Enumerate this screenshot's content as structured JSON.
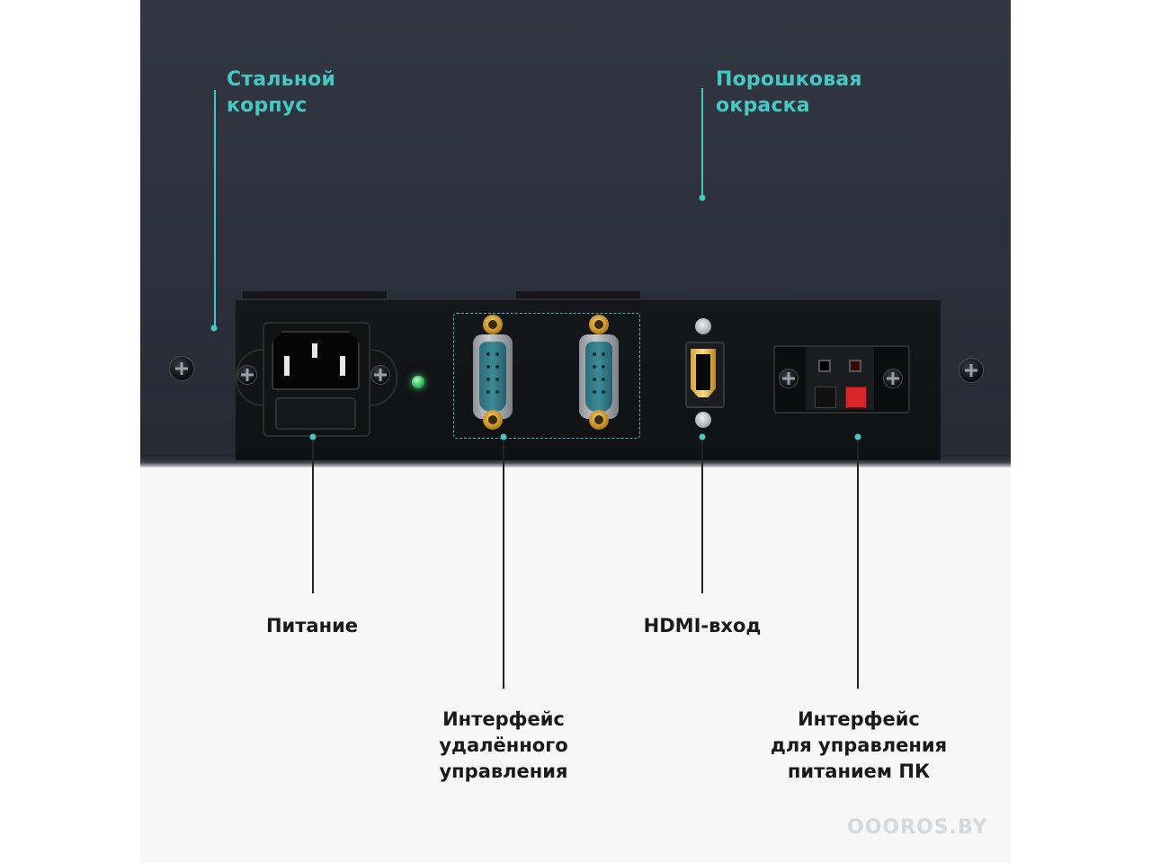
{
  "labels": {
    "steel_case_line1": "Стальной",
    "steel_case_line2": "корпус",
    "powder_coat_line1": "Порошковая",
    "powder_coat_line2": "окраска",
    "power": "Питание",
    "hdmi_input": "HDMI-вход",
    "remote_iface_line1": "Интерфейс",
    "remote_iface_line2": "удалённого",
    "remote_iface_line3": "управления",
    "pc_power_iface_line1": "Интерфейс",
    "pc_power_iface_line2": "для управления",
    "pc_power_iface_line3": "питанием ПК"
  },
  "watermark": "OOOROS.BY",
  "colors": {
    "accent": "#44c9c4",
    "device_body": "#2b303a",
    "port_plate": "#121417",
    "label_text": "#1a1a1a"
  }
}
